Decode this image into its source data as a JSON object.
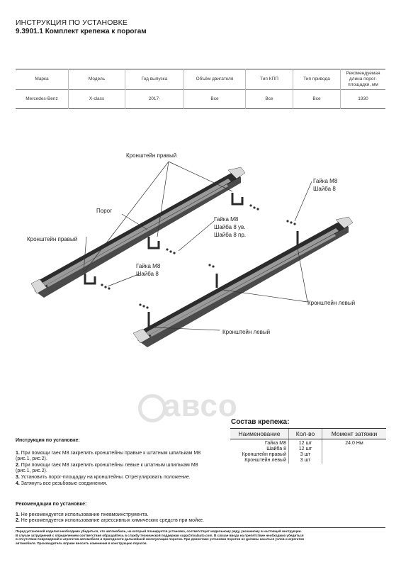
{
  "header": {
    "title": "ИНСТРУКЦИЯ ПО УСТАНОВКЕ",
    "subtitle": "9.3901.1 Комплект крепежа к порогам"
  },
  "spec_table": {
    "headers": [
      "Марка",
      "Модель",
      "Год выпуска",
      "Объём двигателя",
      "Тип КПП",
      "Тип привода",
      "Рекомендуемая длина порог-площадки, мм"
    ],
    "row": [
      "Mercedes-Benz",
      "X-class",
      "2017-",
      "Все",
      "Все",
      "Все",
      "1930"
    ]
  },
  "figure_labels": {
    "bracket_right_top": "Кронштейн правый",
    "sill": "Порог",
    "bracket_right_left": "Кронштейн правый",
    "nut_washer_uv_line1": "Гайка М8",
    "nut_washer_uv_line2": "Шайба 8 ув.",
    "nut_washer_uv_line3": "Шайба 8 пр.",
    "nut_washer_left_line1": "Гайка М8",
    "nut_washer_left_line2": "Шайба 8",
    "nut_washer_right_line1": "Гайка М8",
    "nut_washer_right_line2": "Шайба 8",
    "bracket_left_right": "Кронштейн левый",
    "bracket_left_bottom": "Кронштейн левый"
  },
  "watermark": "авсо",
  "fasteners": {
    "title": "Состав крепежа:",
    "headers": [
      "Наименование",
      "Кол-во",
      "Момент затяжки"
    ],
    "rows": [
      [
        "Гайка М8",
        "12 шт",
        "24.0 Нм"
      ],
      [
        "Шайба 8",
        "12 шт",
        ""
      ],
      [
        "Кронштейн правый",
        "3 шт",
        ""
      ],
      [
        "Кронштейн левый",
        "3 шт",
        ""
      ]
    ]
  },
  "instructions": {
    "title": "Инструкция по установке:",
    "steps": [
      {
        "num": "1.",
        "text": " При помощи гаек М8 закрепить кронштейны правые к штатным шпилькам М8 (рис.1, рис.2)."
      },
      {
        "num": "2.",
        "text": " При помощи гаек М8 закрепить кронштейны левые к штатным шпилькам М8 (рис.1, рис.2)."
      },
      {
        "num": "3.",
        "text": " Установить порог-площадку на кронштейны. Отрегулировать положение."
      },
      {
        "num": "4.",
        "text": " Затянуть все резьбовые соединения."
      }
    ]
  },
  "recommendations": {
    "title": "Рекомендации по установке:",
    "items": [
      {
        "num": "1.",
        "text": " Не рекомендуется использование пневмоинструмента."
      },
      {
        "num": "2.",
        "text": " Не рекомендуется использование агрессивных химических средств при мойке."
      }
    ]
  },
  "footer": {
    "line1": "Перед установкой изделия необходимо убедиться, что автомобиль, на который планируется установка, соответствует модельному ряду, указанному в настоящей инструкции.",
    "line2": "В случае затруднений с определением соответствия обращайтесь в службу технической поддержки supp@rivalauto.com. В случае ввода на препятствие необходимо убедиться",
    "line3": "в отсутствии повреждений и агрегатов автомобиля и пригодности дальнейшей эксплуатации порогов. При демонтаже установки порогов не должны касаться узлов и агрегатов",
    "line4": "автомобиля. Производитель вправе вносить изменения в конструкцию порогов."
  },
  "colors": {
    "step_body": "#4a4a4a",
    "step_dark": "#2b2b2b",
    "step_light": "#d9d9d9"
  }
}
